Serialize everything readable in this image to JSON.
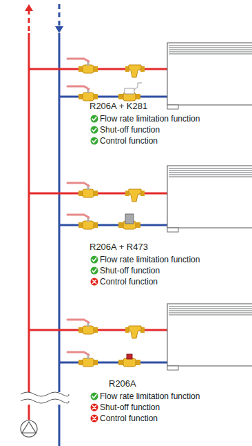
{
  "diagram": {
    "labels": [
      "R206A + K281",
      "Flow rate limitation function",
      "Shut-off function",
      "Control function",
      "R206A + R473",
      "Flow rate limitation function",
      "Shut-off function",
      "Control function",
      "R206A",
      "Flow rate limitation function",
      "Shut-off function",
      "Control function"
    ]
  }
}
